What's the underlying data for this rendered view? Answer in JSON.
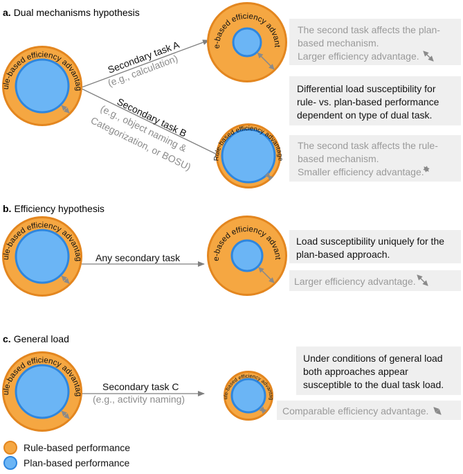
{
  "sections": {
    "a": {
      "letter": "a.",
      "title": "Dual mechanisms hypothesis"
    },
    "b": {
      "letter": "b.",
      "title": "Efficiency hypothesis"
    },
    "c": {
      "letter": "c.",
      "title": "General load"
    }
  },
  "ring_label": "Rule-based efficiency advantage",
  "arrows": {
    "task_a": {
      "label": "Secondary task A",
      "sub": "(e.g., calculation)"
    },
    "task_b": {
      "label": "Secondary task B",
      "sub_lines": [
        "(e.g., object naming &",
        "Categorization, or BOSU)"
      ]
    },
    "any": {
      "label": "Any secondary task"
    },
    "task_c": {
      "label": "Secondary task C",
      "sub": "(e.g., activity naming)"
    }
  },
  "boxes": {
    "a_top": [
      "The second task affects the plan-",
      "based mechanism.",
      "Larger efficiency advantage."
    ],
    "a_mid": [
      "Differential load susceptibility for",
      "rule- vs. plan-based performance",
      "dependent on type of dual task."
    ],
    "a_bottom": [
      "The second task affects the rule-",
      "based mechanism.",
      "Smaller efficiency advantage."
    ],
    "b_top": [
      "Load susceptibility uniquely for the",
      "plan-based approach."
    ],
    "b_bottom": [
      "Larger efficiency advantage."
    ],
    "c_top": [
      "Under conditions of general load",
      "both approaches appear",
      "susceptible to the dual task load."
    ],
    "c_bottom": [
      "Comparable efficiency advantage."
    ]
  },
  "legend": [
    {
      "label": "Rule-based performance",
      "color": "#f5a742"
    },
    {
      "label": "Plan-based performance",
      "color": "#6bb5f5"
    }
  ],
  "colors": {
    "rule_fill": "#f5a742",
    "rule_stroke": "#e3861f",
    "plan_fill": "#6bb5f5",
    "plan_stroke": "#2e86de",
    "box_fill": "#efefef",
    "arrow": "#7f7f7f"
  }
}
